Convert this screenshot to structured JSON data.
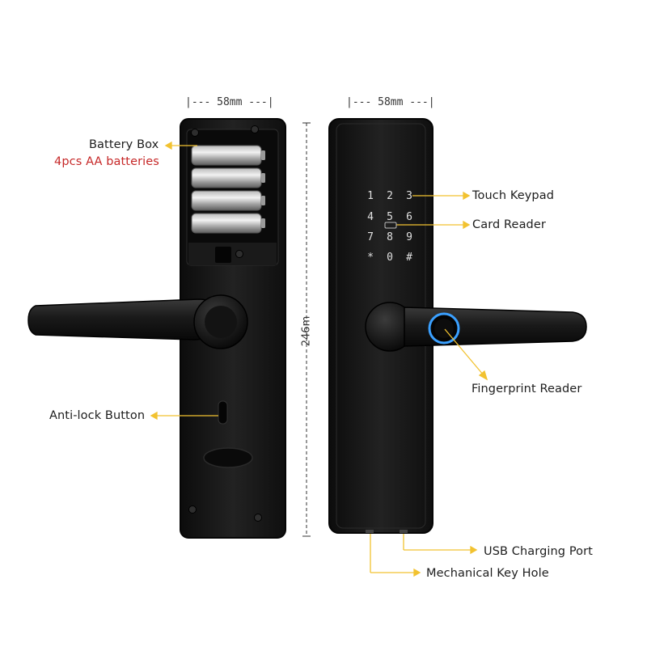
{
  "dimensions": {
    "width_left": "|--- 58mm ---|",
    "width_right": "|--- 58mm ---|",
    "height": "246m"
  },
  "callouts": {
    "battery_box": "Battery Box",
    "batteries": "4pcs AA batteries",
    "anti_lock": "Anti-lock Button",
    "touch_keypad": "Touch Keypad",
    "card_reader": "Card Reader",
    "fingerprint_reader": "Fingerprint Reader",
    "usb_port": "USB Charging Port",
    "key_hole": "Mechanical Key Hole"
  },
  "keypad": {
    "keys": [
      "1",
      "2",
      "3",
      "4",
      "5",
      "6",
      "7",
      "8",
      "9",
      "*",
      "0",
      "#"
    ]
  },
  "colors": {
    "callout_arrow": "#f2c230",
    "accent_red": "#c62828",
    "body_black": "#151515",
    "fingerprint_ring": "#3aa0ff"
  }
}
